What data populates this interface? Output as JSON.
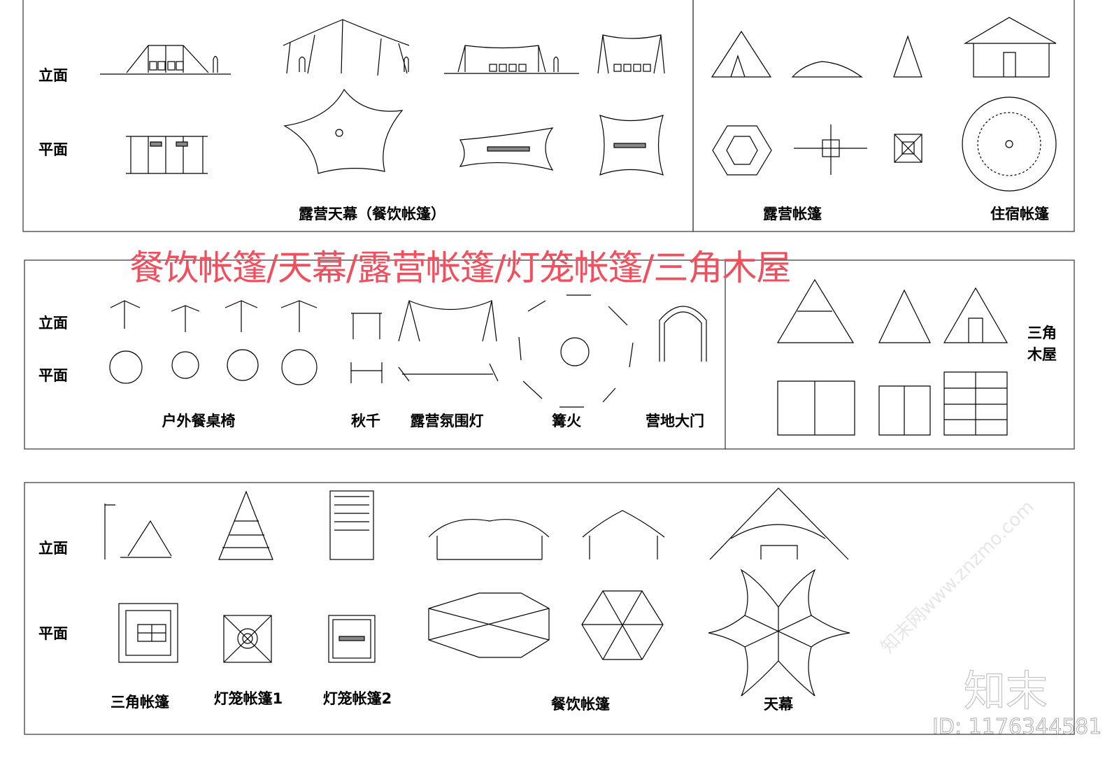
{
  "title": "餐饮帐篷/天幕/露营帐篷/灯笼帐篷/三角木屋",
  "title_color": "#f0505e",
  "panel1": {
    "elevation_label": "立面",
    "plan_label": "平面",
    "caption": "露营天幕（餐饮帐篷）"
  },
  "panel2": {
    "caption_camping": "露营帐篷",
    "caption_lodging": "住宿帐篷"
  },
  "panel3": {
    "elevation_label": "立面",
    "plan_label": "平面",
    "captions": [
      "户外餐桌椅",
      "秋千",
      "露营氛围灯",
      "篝火",
      "营地大门"
    ],
    "cabin_caption_line1": "三角",
    "cabin_caption_line2": "木屋"
  },
  "panel4": {
    "elevation_label": "立面",
    "plan_label": "平面",
    "captions": [
      "三角帐篷",
      "灯笼帐篷1",
      "灯笼帐篷2",
      "餐饮帐篷",
      "天幕"
    ]
  },
  "watermark": {
    "logo": "知末",
    "id": "ID: 1176344581",
    "url": "知末网www.znzmo.com"
  }
}
